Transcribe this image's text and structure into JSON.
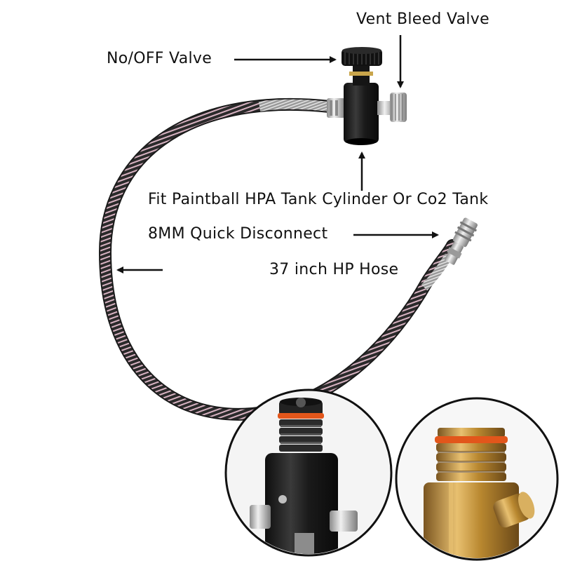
{
  "labels": {
    "vent_bleed_valve": "Vent Bleed Valve",
    "on_off_valve": "No/OFF Valve",
    "fit_tank": "Fit Paintball HPA Tank Cylinder Or Co2 Tank",
    "quick_disconnect": "8MM Quick Disconnect",
    "hose_length": "37 inch HP Hose"
  },
  "colors": {
    "background": "#ffffff",
    "text": "#111111",
    "anodized_black": "#1c1c1c",
    "steel": "#b8b8b8",
    "brass": "#c89a45",
    "o_ring": "#e2561b",
    "hose_wrap": "#d8b3c2"
  },
  "icons": {
    "arrows": "arrow-icon"
  }
}
